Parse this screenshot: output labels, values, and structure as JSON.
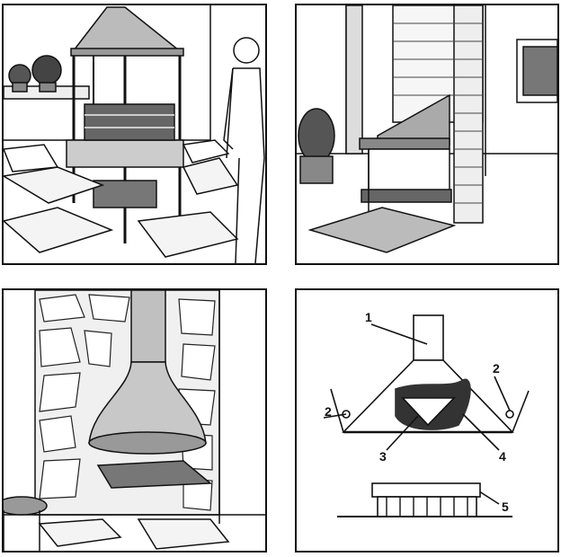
{
  "panels": [
    {
      "id": "freestanding-fireplace"
    },
    {
      "id": "wall-fireplace"
    },
    {
      "id": "corner-hood-fireplace"
    },
    {
      "id": "fireplace-diagram"
    }
  ],
  "diagram": {
    "labels": {
      "chimney": "1",
      "bracket_left": "2",
      "bracket_right": "2",
      "grate_center": "3",
      "grate_right": "4",
      "base": "5"
    }
  },
  "colors": {
    "ink": "#111111",
    "paper": "#ffffff",
    "soot": "#333333"
  }
}
